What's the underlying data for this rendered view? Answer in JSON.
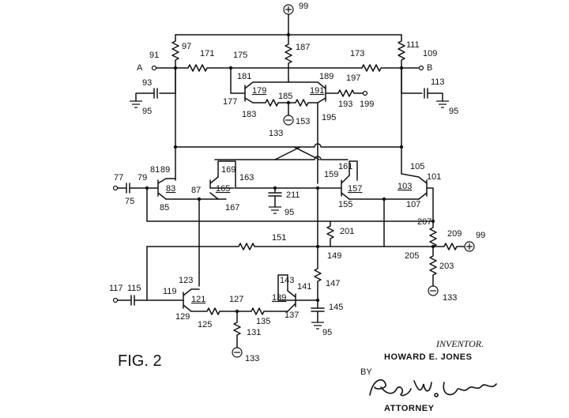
{
  "figure": {
    "caption": "FIG. 2",
    "inventor_heading": "INVENTOR.",
    "inventor_name": "HOWARD E. JONES",
    "by_label": "BY",
    "signature": "Roger W. Jensen",
    "attorney_label": "ATTORNEY"
  },
  "terminals": {
    "A": "A",
    "B": "B",
    "plus99_top": "99",
    "plus99_right": "99",
    "minus133_a": "133",
    "minus133_b": "133",
    "minus133_c": "133",
    "minus153": "153",
    "gnd95_a": "95",
    "gnd95_b": "95",
    "gnd95_c": "95",
    "gnd95_d": "95"
  },
  "transistors": {
    "t179": "179",
    "t191": "191",
    "t83": "83",
    "t165": "165",
    "t157": "157",
    "t103": "103",
    "t121": "121",
    "t139": "139"
  },
  "refs": {
    "r91": "91",
    "r97": "97",
    "r171": "171",
    "r175": "175",
    "r187": "187",
    "r173": "173",
    "r111": "111",
    "r109": "109",
    "r93": "93",
    "r113": "113",
    "r181": "181",
    "r177": "177",
    "r183": "183",
    "r185": "185",
    "r189": "189",
    "r197": "197",
    "r193": "193",
    "r199": "199",
    "r195": "195",
    "r77": "77",
    "r79": "79",
    "r81": "81",
    "r89": "89",
    "r75": "75",
    "r85": "85",
    "r87": "87",
    "r169": "169",
    "r163": "163",
    "r167": "167",
    "r211": "211",
    "r159": "159",
    "r161": "161",
    "r155": "155",
    "r105": "105",
    "r101": "101",
    "r107": "107",
    "r207": "207",
    "r201": "201",
    "r209": "209",
    "r205": "205",
    "r203": "203",
    "r151": "151",
    "r149": "149",
    "r117": "117",
    "r115": "115",
    "r119": "119",
    "r123": "123",
    "r129": "129",
    "r125": "125",
    "r127": "127",
    "r131": "131",
    "r135": "135",
    "r143": "143",
    "r141": "141",
    "r137": "137",
    "r147": "147",
    "r145": "145"
  }
}
